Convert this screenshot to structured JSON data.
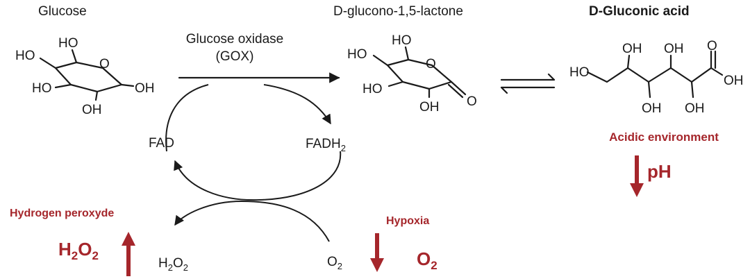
{
  "glucose": {
    "name": "Glucose",
    "groups": [
      "HO",
      "HO",
      "O",
      "HO",
      "OH",
      "OH"
    ]
  },
  "enzyme": {
    "line1": "Glucose oxidase",
    "line2": "(GOX)"
  },
  "lactone": {
    "name": "D-glucono-1,5-lactone",
    "groups": [
      "HO",
      "HO",
      "O",
      "HO",
      "O",
      "OH"
    ]
  },
  "gluconic": {
    "name": "D-Gluconic acid",
    "groups": [
      "OH",
      "OH",
      "O",
      "HO",
      "OH",
      "OH",
      "OH"
    ]
  },
  "cycle": {
    "fad": "FAD",
    "fadh_base": "FADH",
    "fadh_sub": "2"
  },
  "byproducts": {
    "h2o2_base": "H",
    "h2o2_sub1": "2",
    "h2o2_mid": "O",
    "h2o2_sub2": "2",
    "o2_base": "O",
    "o2_sub": "2"
  },
  "effects": {
    "acidic": "Acidic environment",
    "ph": "pH",
    "peroxide_label": "Hydrogen peroxyde",
    "peroxide_formula_base": "H",
    "peroxide_formula_sub1": "2",
    "peroxide_formula_mid": "O",
    "peroxide_formula_sub2": "2",
    "hypoxia_label": "Hypoxia",
    "hypoxia_formula_base": "O",
    "hypoxia_formula_sub": "2"
  },
  "colors": {
    "text": "#1a1a1a",
    "accent_red": "#a5262b"
  }
}
